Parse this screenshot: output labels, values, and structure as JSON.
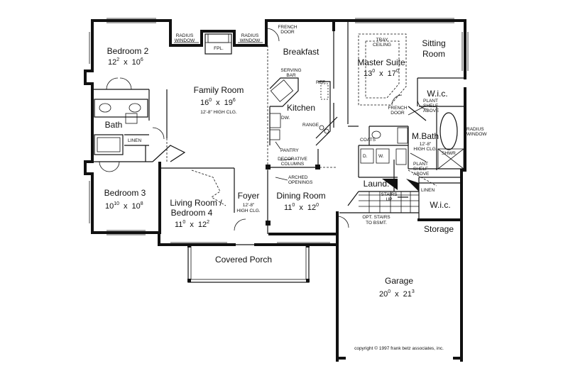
{
  "rooms": {
    "bedroom2": {
      "name": "Bedroom 2",
      "w": "12",
      "w_in": "2",
      "x": "x",
      "d": "10",
      "d_in": "6"
    },
    "family": {
      "name": "Family Room",
      "w": "16",
      "w_in": "0",
      "x": "x",
      "d": "19",
      "d_in": "6",
      "note": "12'-8\" HIGH CLG."
    },
    "breakfast": {
      "name": "Breakfast"
    },
    "master": {
      "name": "Master Suite",
      "w": "13",
      "w_in": "0",
      "x": "x",
      "d": "17",
      "d_in": "0"
    },
    "sitting": {
      "name": "Sitting",
      "name2": "Room"
    },
    "kitchen": {
      "name": "Kitchen"
    },
    "bath": {
      "name": "Bath"
    },
    "wic1": {
      "name": "W.i.c."
    },
    "mbath": {
      "name": "M.Bath",
      "note": "12'-8\"",
      "note2": "HIGH CLG."
    },
    "bedroom3": {
      "name": "Bedroom 3",
      "w": "10",
      "w_in": "10",
      "x": "x",
      "d": "10",
      "d_in": "8"
    },
    "living": {
      "name": "Living Room /",
      "name2": "Bedroom 4",
      "w": "11",
      "w_in": "0",
      "x": "x",
      "d": "12",
      "d_in": "2"
    },
    "foyer": {
      "name": "Foyer",
      "note": "12'-8\"",
      "note2": "HIGH CLG."
    },
    "dining": {
      "name": "Dining Room",
      "w": "11",
      "w_in": "0",
      "x": "x",
      "d": "12",
      "d_in": "0"
    },
    "laund": {
      "name": "Laund."
    },
    "wic2": {
      "name": "W.i.c."
    },
    "storage": {
      "name": "Storage"
    },
    "porch": {
      "name": "Covered Porch"
    },
    "garage": {
      "name": "Garage",
      "w": "20",
      "w_in": "0",
      "x": "x",
      "d": "21",
      "d_in": "3"
    }
  },
  "labels": {
    "radius_window_left": [
      "RADIUS",
      "WINDOW"
    ],
    "fpl": "FPL.",
    "radius_window_mid": [
      "RADIUS",
      "WINDOW"
    ],
    "french_door_top": [
      "FRENCH",
      "DOOR"
    ],
    "tray_ceiling": [
      "TRAY",
      "CEILING"
    ],
    "serving_bar": [
      "SERVING",
      "BAR"
    ],
    "ref": "REF.",
    "dw": "DW.",
    "range": "RANGE",
    "pantry": "PANTRY",
    "linen_bath": "LINEN",
    "french_door_master": [
      "FRENCH",
      "DOOR"
    ],
    "plant_shelf_1": [
      "PLANT",
      "SHELF",
      "ABOVE"
    ],
    "radius_window_right": [
      "RADIUS",
      "WINDOW"
    ],
    "coats": "COATS",
    "d": "D.",
    "w": "W.",
    "shwr": "SHWR.",
    "plant_shelf_2": [
      "PLANT",
      "SHELF",
      "ABOVE"
    ],
    "decorative_columns": [
      "DECORATIVE",
      "COLUMNS"
    ],
    "arched_openings": [
      "ARCHED",
      "OPENINGS"
    ],
    "stairs_up": [
      "STAIRS",
      "UP"
    ],
    "linen_master": "LINEN",
    "opt_stairs": [
      "OPT. STAIRS",
      "TO BSMT."
    ],
    "copyright": "copyright  ©  1997 frank betz associates, inc."
  }
}
